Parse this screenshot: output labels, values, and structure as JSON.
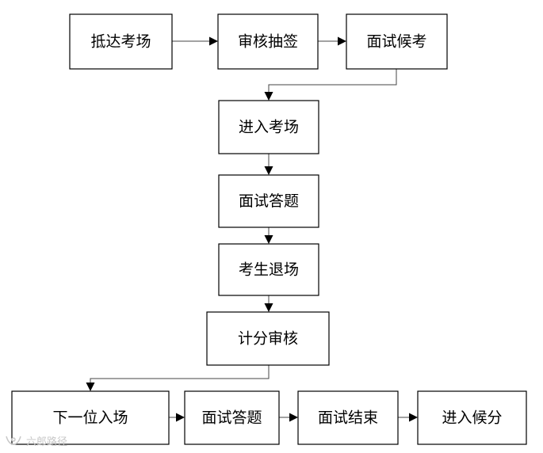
{
  "diagram": {
    "nodes": {
      "arrive": "抵达考场",
      "review_draw": "审核抽签",
      "wait_interview": "面试候考",
      "enter_room": "进入考场",
      "answer_1": "面试答题",
      "exit_room": "考生退场",
      "score_review": "计分审核",
      "next_enter": "下一位入场",
      "answer_2": "面试答题",
      "interview_end": "面试结束",
      "wait_score": "进入候分"
    }
  },
  "watermark": {
    "text": "六郎路径"
  }
}
